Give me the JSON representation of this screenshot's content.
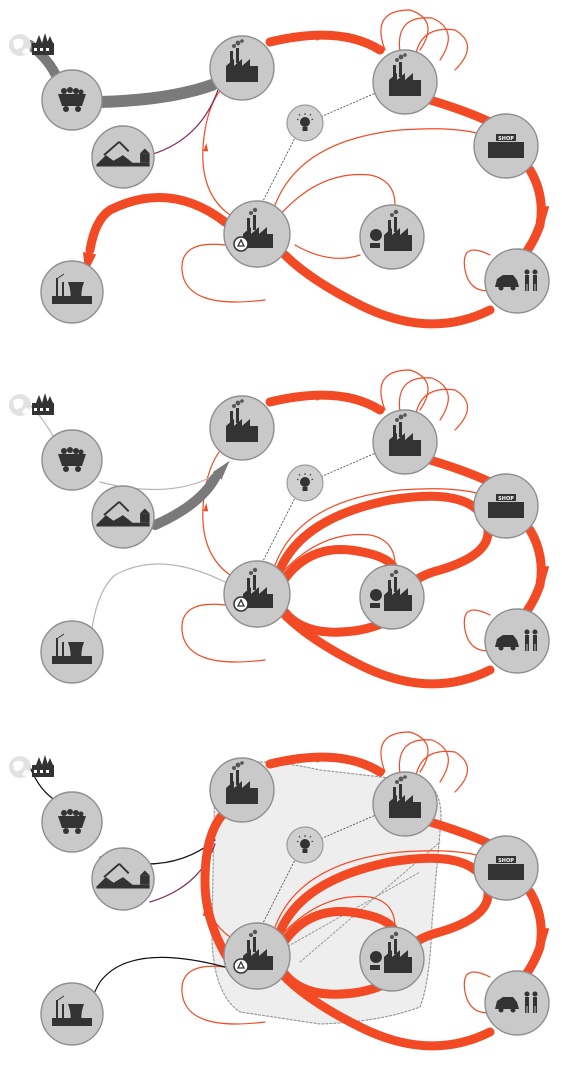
{
  "colors": {
    "primary_flow": "#f24a24",
    "grey_flow": "#7a7a7a",
    "light_flow": "#b5b5b5",
    "purple_flow": "#8a2a5a",
    "black_flow": "#111111",
    "node_fill": "#c9c9c9",
    "icon": "#333333",
    "hull_fill": "#eeeeee",
    "hull_stroke": "#9a9a9a"
  },
  "icons": {
    "earth": "globe-with-trees-icon",
    "raw": "coal-wagon-icon",
    "mining": "excavator-mine-icon",
    "factory": "factory-icon",
    "idea": "light-bulb-icon",
    "plant": "power-plant-icon",
    "shop": "shop-building-icon",
    "consumer": "car-family-icon",
    "recycle": "recycling-factory-icon",
    "repair": "refurbish-factory-icon",
    "landfill": "landfill-icon"
  },
  "labels": {
    "shop_sign": "SHOP"
  },
  "panels": [
    {
      "id": "panel-1"
    },
    {
      "id": "panel-2"
    },
    {
      "id": "panel-3"
    }
  ]
}
